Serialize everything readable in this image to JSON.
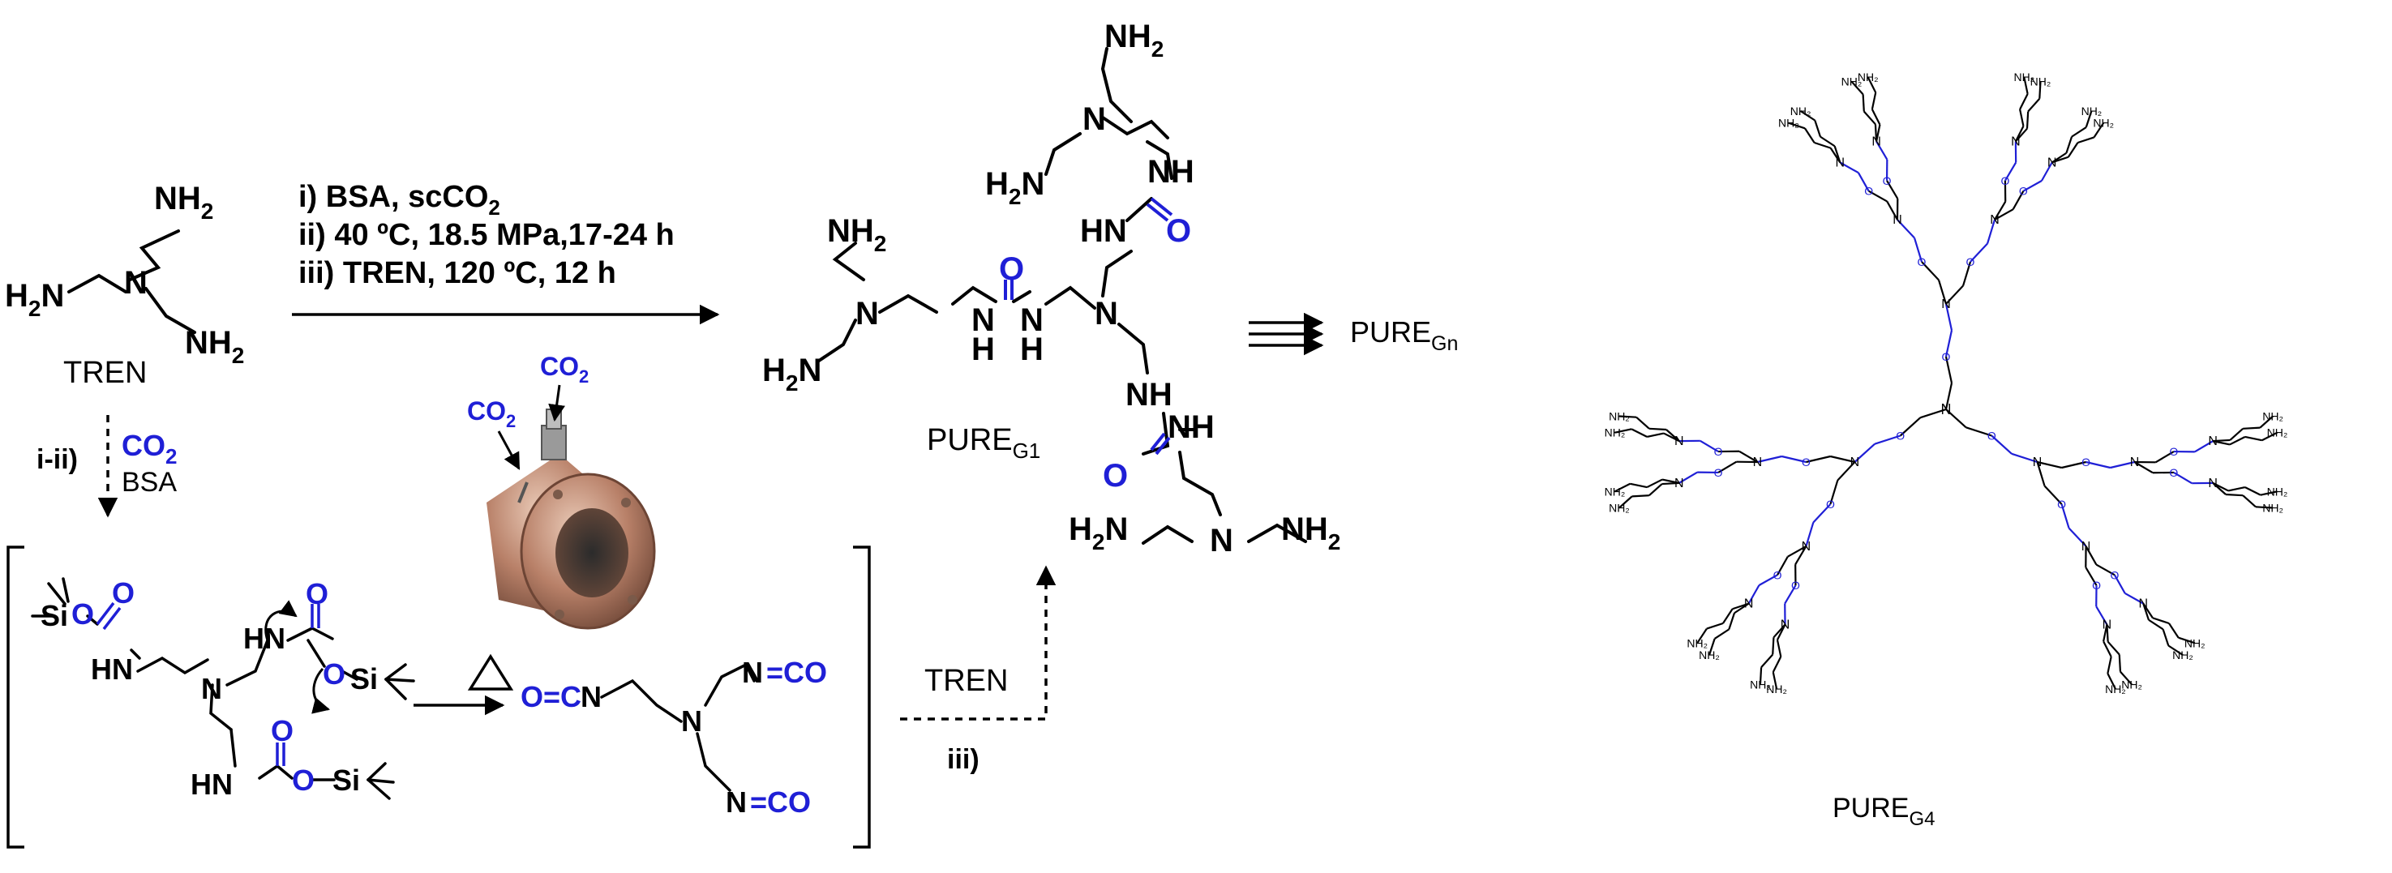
{
  "colors": {
    "black": "#000000",
    "blue": "#1f1fd6",
    "copper": "#b88068"
  },
  "tren": {
    "nh2_top": "NH",
    "nh2_left_prefix": "H",
    "nh2_left_suffix": "N",
    "nh2_bottom": "NH",
    "sub2": "2",
    "n": "N",
    "name": "TREN"
  },
  "reaction": {
    "step_i_prefix": "i) BSA, scCO",
    "step_i_sub": "2",
    "step_ii": "ii) 40 ºC, 18.5 MPa,17-24 h",
    "step_iii": "iii) TREN, 120 ºC, 12 h"
  },
  "reactor": {
    "co2_left": "CO",
    "co2_right": "CO",
    "sub2": "2"
  },
  "down_step": {
    "label": "i-ii)",
    "co2": "CO",
    "sub2": "2",
    "reagent": "BSA"
  },
  "intermediate": {
    "si": "Si",
    "o": "O",
    "hn": "HN",
    "n": "N",
    "o_si": "O",
    "heat_symbol": "Δ"
  },
  "isocyanate": {
    "oc": "O",
    "eq": "=",
    "c": "C",
    "n": "N",
    "ncenter": "N"
  },
  "tren_step": {
    "reagent": "TREN",
    "label": "iii)"
  },
  "g1": {
    "nh2": "NH",
    "h2n": "H",
    "sub2": "2",
    "n": "N",
    "h": "H",
    "o": "O",
    "hn": "HN",
    "nh": "NH",
    "label_main": "PURE",
    "label_sub": "G1"
  },
  "gn": {
    "label_main": "PURE",
    "label_sub": "Gn"
  },
  "g4": {
    "label_main": "PURE",
    "label_sub": "G4"
  }
}
